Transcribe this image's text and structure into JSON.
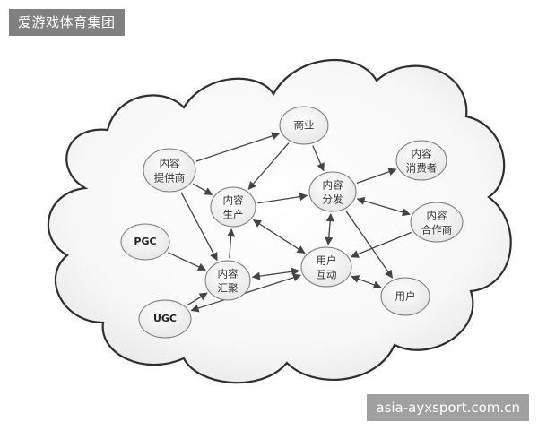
{
  "watermark": {
    "top_left": "爱游戏体育集团",
    "bottom_right": "asia-ayxsport.com.cn"
  },
  "diagram": {
    "nodes": {
      "content_provider": [
        "内容",
        "提供商"
      ],
      "commerce": [
        "商业"
      ],
      "content_production": [
        "内容",
        "生产"
      ],
      "content_distribution": [
        "内容",
        "分发"
      ],
      "content_consumer": [
        "内容",
        "消费者"
      ],
      "content_partner": [
        "内容",
        "合作商"
      ],
      "pgc": [
        "PGC"
      ],
      "content_aggregation": [
        "内容",
        "汇聚"
      ],
      "user_interaction": [
        "用户",
        "互动"
      ],
      "user": [
        "用户"
      ],
      "ugc": [
        "UGC"
      ]
    },
    "edges": [
      {
        "from": "content_provider",
        "to": "commerce",
        "type": "one-way"
      },
      {
        "from": "content_provider",
        "to": "content_production",
        "type": "one-way"
      },
      {
        "from": "content_provider",
        "to": "content_aggregation",
        "type": "one-way"
      },
      {
        "from": "commerce",
        "to": "content_production",
        "type": "one-way"
      },
      {
        "from": "commerce",
        "to": "content_distribution",
        "type": "one-way"
      },
      {
        "from": "content_production",
        "to": "content_distribution",
        "type": "one-way"
      },
      {
        "from": "content_distribution",
        "to": "content_consumer",
        "type": "one-way"
      },
      {
        "from": "content_distribution",
        "to": "content_partner",
        "type": "two-way"
      },
      {
        "from": "content_distribution",
        "to": "user_interaction",
        "type": "two-way"
      },
      {
        "from": "content_distribution",
        "to": "user",
        "type": "one-way"
      },
      {
        "from": "content_partner",
        "to": "user_interaction",
        "type": "one-way"
      },
      {
        "from": "content_production",
        "to": "user_interaction",
        "type": "two-way"
      },
      {
        "from": "content_aggregation",
        "to": "content_production",
        "type": "one-way"
      },
      {
        "from": "pgc",
        "to": "content_aggregation",
        "type": "one-way"
      },
      {
        "from": "ugc",
        "to": "content_aggregation",
        "type": "one-way"
      },
      {
        "from": "content_aggregation",
        "to": "user_interaction",
        "type": "two-way"
      },
      {
        "from": "user_interaction",
        "to": "user",
        "type": "two-way"
      },
      {
        "from": "ugc",
        "to": "user_interaction",
        "type": "two-way"
      }
    ]
  }
}
